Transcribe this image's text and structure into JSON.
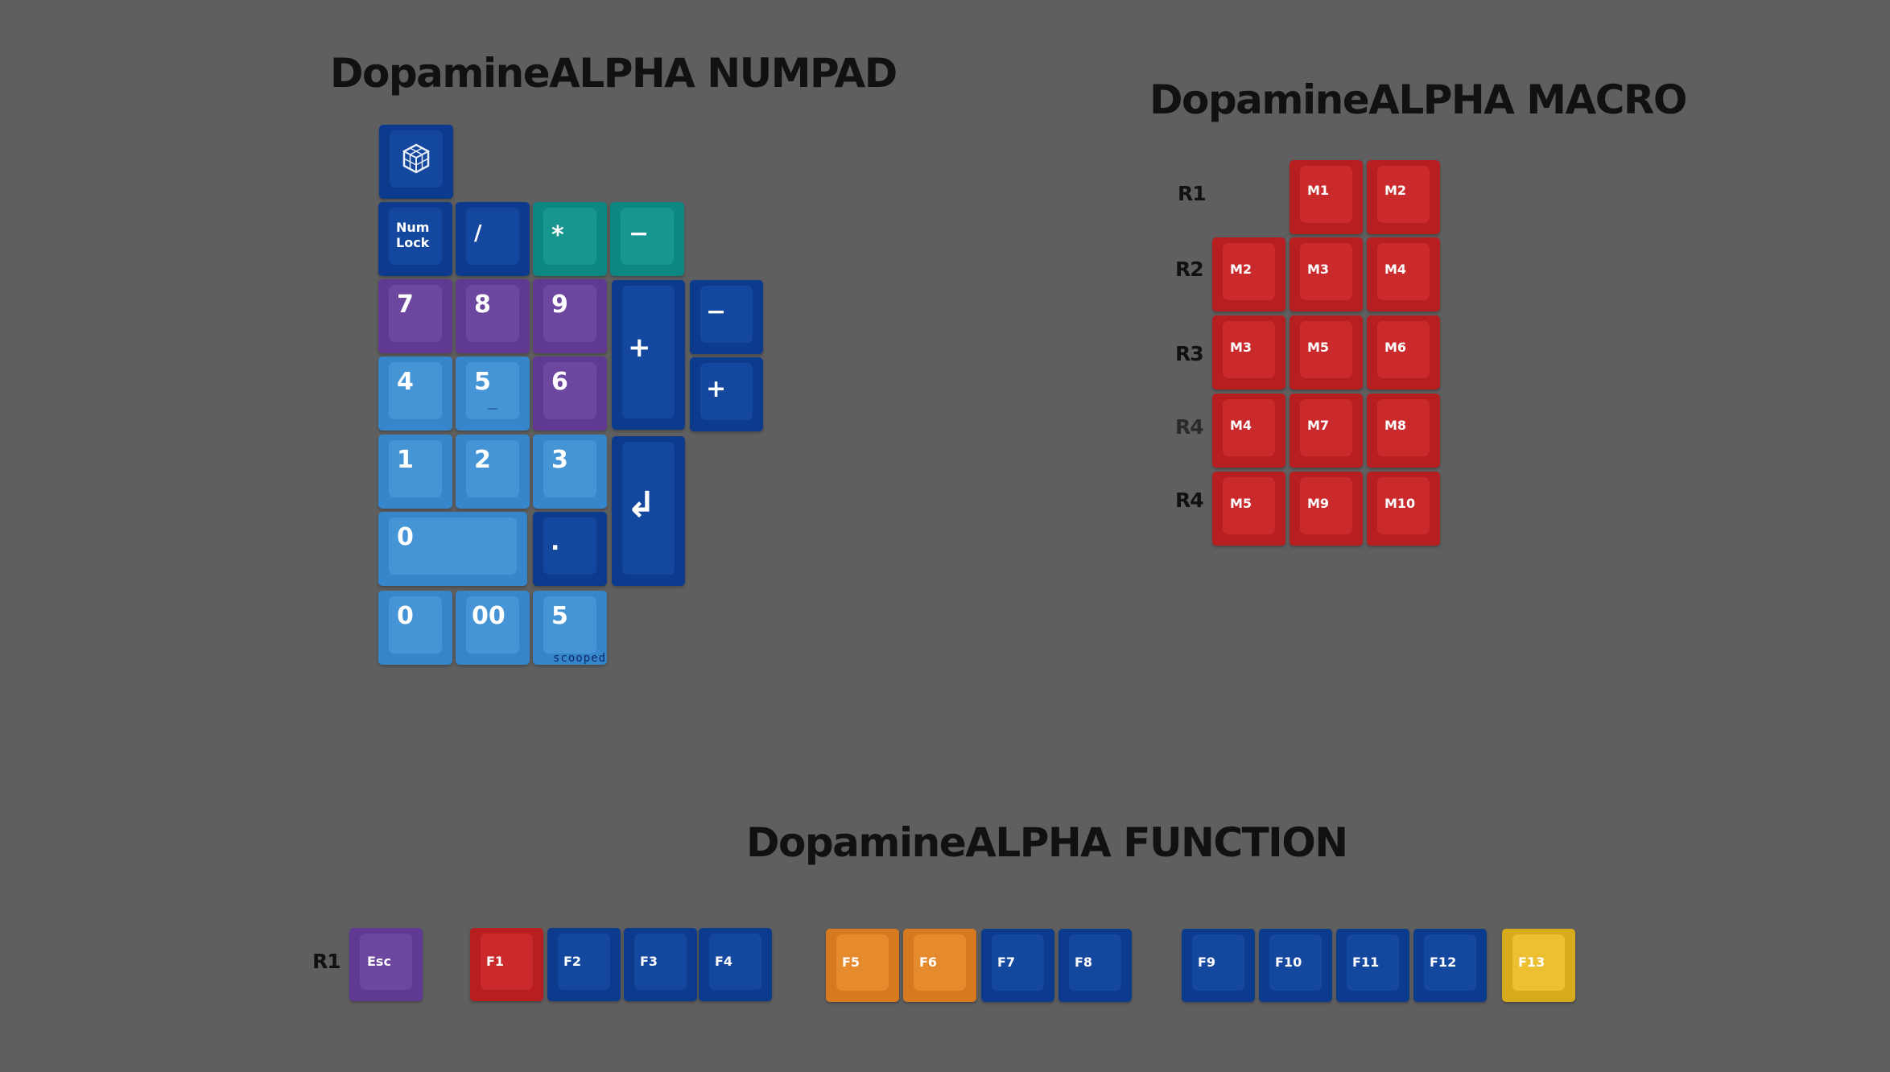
{
  "numpad": {
    "title": "DopamineALPHA NUMPAD",
    "keys": {
      "logo": "logo",
      "numlock": "Num\nLock",
      "divide": "/",
      "multiply": "*",
      "minus": "−",
      "k7": "7",
      "k8": "8",
      "k9": "9",
      "plus_tall": "+",
      "minus_extra": "−",
      "k4": "4",
      "k5": "5",
      "k6": "6",
      "plus_extra": "+",
      "k1": "1",
      "k2": "2",
      "k3": "3",
      "enter": "↲",
      "k0_wide": "0",
      "dot": ".",
      "k0": "0",
      "k00": "00",
      "k5_scooped": "5"
    },
    "scooped_note": "scooped"
  },
  "macro": {
    "title": "DopamineALPHA MACRO",
    "row_labels": [
      "R1",
      "R2",
      "R3",
      "R4",
      "R4"
    ],
    "rows": [
      [
        "M1",
        "M2"
      ],
      [
        "M2",
        "M3",
        "M4"
      ],
      [
        "M3",
        "M5",
        "M6"
      ],
      [
        "M4",
        "M7",
        "M8"
      ],
      [
        "M5",
        "M9",
        "M10"
      ]
    ]
  },
  "function": {
    "title": "DopamineALPHA FUNCTION",
    "row_label": "R1",
    "keys": [
      "Esc",
      "F1",
      "F2",
      "F3",
      "F4",
      "F5",
      "F6",
      "F7",
      "F8",
      "F9",
      "F10",
      "F11",
      "F12",
      "F13"
    ]
  },
  "colors": {
    "background": "#5f5f5f",
    "navy": "#0c3b8e",
    "light_blue": "#3786cc",
    "purple": "#603a92",
    "teal": "#0d8782",
    "red": "#b71e20",
    "orange": "#d7791e",
    "yellow": "#d7ab1b"
  },
  "icons": {
    "logo": "cube-logo-icon",
    "enter": "enter-arrow-icon"
  }
}
